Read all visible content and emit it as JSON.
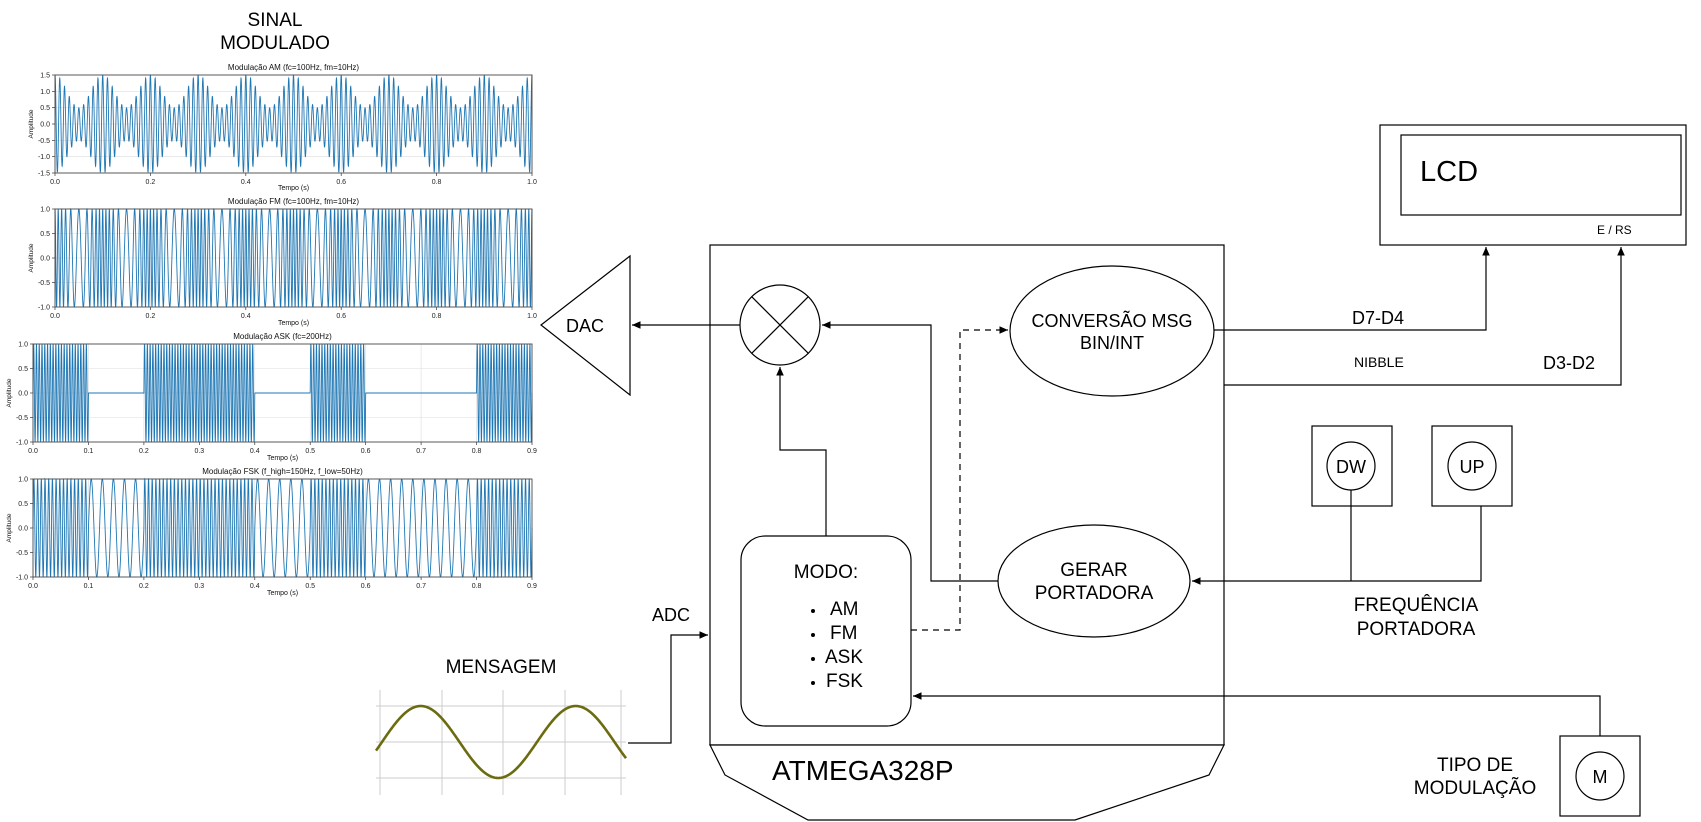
{
  "labels": {
    "sinal_modulado_1": "SINAL",
    "sinal_modulado_2": "MODULADO",
    "mensagem": "MENSAGEM",
    "adc": "ADC",
    "dac": "DAC",
    "lcd": "LCD",
    "e_rs": "E / RS",
    "d7_d4": "D7-D4",
    "nibble": "NIBBLE",
    "d3_d2": "D3-D2",
    "conversao_1": "CONVERSÃO MSG",
    "conversao_2": "BIN/INT",
    "gerar_1": "GERAR",
    "gerar_2": "PORTADORA",
    "modo_title": "MODO:",
    "modo_items": [
      "AM",
      "FM",
      "ASK",
      "FSK"
    ],
    "mcu": "ATMEGA328P",
    "dw": "DW",
    "up": "UP",
    "freq_1": "FREQUÊNCIA",
    "freq_2": "PORTADORA",
    "tipo_1": "TIPO DE",
    "tipo_2": "MODULAÇÃO",
    "m": "M"
  },
  "colors": {
    "signal": "#1f77b4",
    "message": "#6b6b10",
    "line": "#000000",
    "grid": "#dddddd"
  },
  "chart_data": [
    {
      "type": "line",
      "title": "Modulação AM (fc=100Hz, fm=10Hz)",
      "xlabel": "Tempo (s)",
      "ylabel": "Amplitude",
      "xlim": [
        0,
        1
      ],
      "ylim": [
        -1.5,
        1.5
      ],
      "xticks": [
        "0.0",
        "0.2",
        "0.4",
        "0.6",
        "0.8",
        "1.0"
      ],
      "yticks": [
        "1.5",
        "1.0",
        "0.5",
        "0.0",
        "-0.5",
        "-1.0",
        "-1.5"
      ],
      "signal": {
        "kind": "am",
        "fc": 100,
        "fm": 10,
        "m": 0.5,
        "x": [
          0,
          1
        ]
      },
      "grid": true
    },
    {
      "type": "line",
      "title": "Modulação FM (fc=100Hz, fm=10Hz)",
      "xlabel": "Tempo (s)",
      "ylabel": "Amplitude",
      "xlim": [
        0,
        1
      ],
      "ylim": [
        -1,
        1
      ],
      "xticks": [
        "0.0",
        "0.2",
        "0.4",
        "0.6",
        "0.8",
        "1.0"
      ],
      "yticks": [
        "1.0",
        "0.5",
        "0.0",
        "-0.5",
        "-1.0"
      ],
      "signal": {
        "kind": "fm",
        "fc": 100,
        "fm": 10,
        "beta": 5,
        "x": [
          0,
          1
        ]
      },
      "grid": true
    },
    {
      "type": "line",
      "title": "Modulação ASK (fc=200Hz)",
      "xlabel": "Tempo (s)",
      "ylabel": "Amplitude",
      "xlim": [
        0,
        0.9
      ],
      "ylim": [
        -1,
        1
      ],
      "xticks": [
        "0.0",
        "0.1",
        "0.2",
        "0.3",
        "0.4",
        "0.5",
        "0.6",
        "0.7",
        "0.8",
        "0.9"
      ],
      "yticks": [
        "1.0",
        "0.5",
        "0.0",
        "-0.5",
        "-1.0"
      ],
      "signal": {
        "kind": "ask",
        "fc": 200,
        "bits": [
          1,
          0,
          1,
          1,
          0,
          1,
          0,
          0,
          1
        ],
        "bit_duration": 0.1,
        "x": [
          0,
          0.9
        ]
      },
      "grid": true
    },
    {
      "type": "line",
      "title": "Modulação FSK (f_high=150Hz, f_low=50Hz)",
      "xlabel": "Tempo (s)",
      "ylabel": "Amplitude",
      "xlim": [
        0,
        0.9
      ],
      "ylim": [
        -1,
        1
      ],
      "xticks": [
        "0.0",
        "0.1",
        "0.2",
        "0.3",
        "0.4",
        "0.5",
        "0.6",
        "0.7",
        "0.8",
        "0.9"
      ],
      "yticks": [
        "1.0",
        "0.5",
        "0.0",
        "-0.5",
        "-1.0"
      ],
      "signal": {
        "kind": "fsk",
        "f_high": 150,
        "f_low": 50,
        "bits": [
          1,
          0,
          1,
          1,
          0,
          1,
          0,
          0,
          1
        ],
        "bit_duration": 0.1,
        "x": [
          0,
          0.9
        ]
      },
      "grid": true
    }
  ]
}
